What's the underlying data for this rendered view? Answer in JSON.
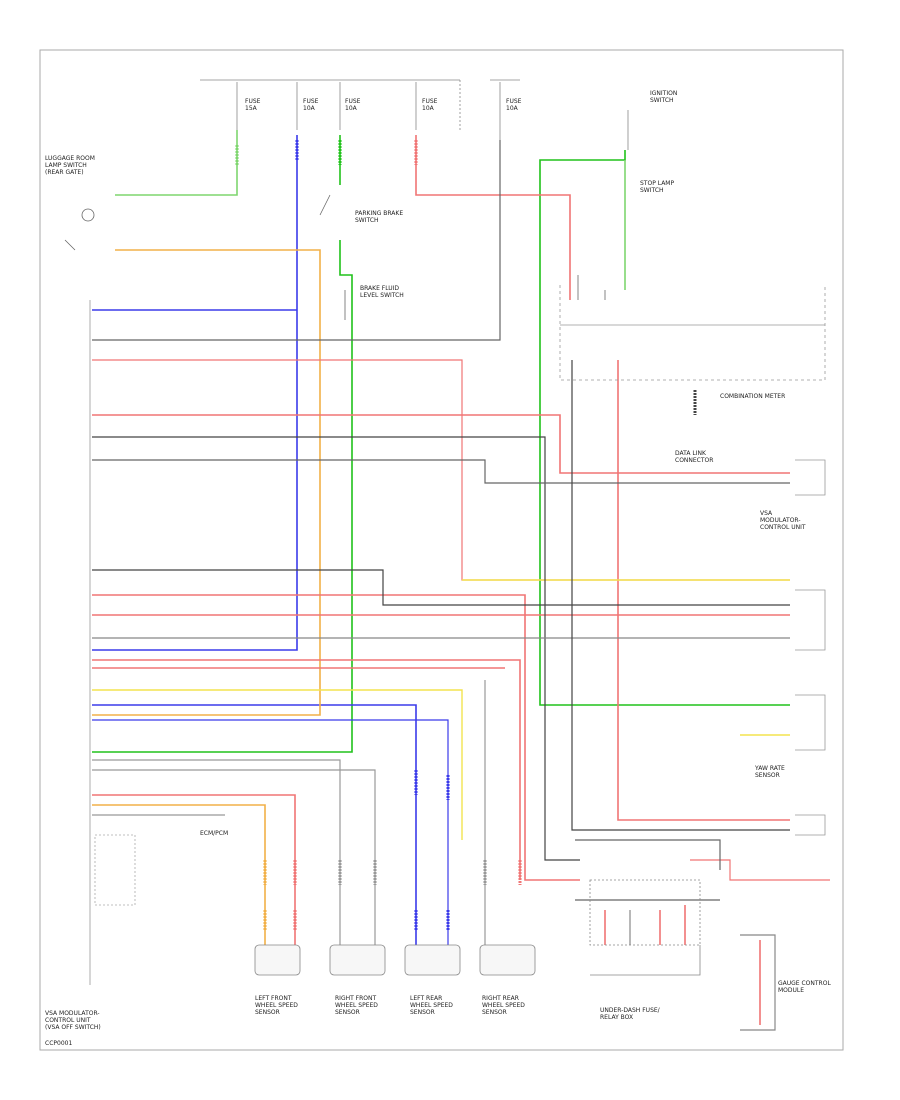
{
  "diagram": {
    "code": "CCP0001",
    "labels": {
      "left_top": [
        "LUGGAGE ROOM",
        "LAMP SWITCH",
        "(REAR GATE)"
      ],
      "fuse_a": [
        "FUSE",
        "15A"
      ],
      "fuse_b": [
        "FUSE",
        "10A"
      ],
      "fuse_c": [
        "FUSE",
        "10A"
      ],
      "fuse_d": [
        "FUSE",
        "10A"
      ],
      "fuse_e": [
        "FUSE",
        "10A"
      ],
      "ign": [
        "IGNITION",
        "SWITCH"
      ],
      "combo_meter": "COMBINATION METER",
      "data_link": [
        "DATA LINK",
        "CONNECTOR"
      ],
      "vsa": [
        "VSA",
        "MODULATOR-",
        "CONTROL UNIT"
      ],
      "yaw": [
        "YAW RATE",
        "SENSOR"
      ],
      "stop": [
        "STOP LAMP",
        "SWITCH"
      ],
      "parking": [
        "PARKING BRAKE",
        "SWITCH"
      ],
      "brake_fluid": [
        "BRAKE FLUID",
        "LEVEL SWITCH"
      ],
      "left_front": [
        "LEFT FRONT",
        "WHEEL SPEED",
        "SENSOR"
      ],
      "right_front": [
        "RIGHT FRONT",
        "WHEEL SPEED",
        "SENSOR"
      ],
      "left_rear": [
        "LEFT REAR",
        "WHEEL SPEED",
        "SENSOR"
      ],
      "right_rear": [
        "RIGHT REAR",
        "WHEEL SPEED",
        "SENSOR"
      ],
      "ecm": [
        "ECM/PCM"
      ],
      "bottom_left": [
        "VSA MODULATOR-",
        "CONTROL UNIT",
        "(VSA OFF SWITCH)"
      ],
      "bottom_center": [
        "UNDER-DASH FUSE/",
        "RELAY BOX"
      ],
      "bottom_right": [
        "GAUGE CONTROL",
        "MODULE"
      ]
    },
    "wire_colors": {
      "green": "#21c21b",
      "red": "#f07575",
      "blue": "#3b3bea",
      "orange": "#f2b048",
      "yellow": "#f3e34f",
      "gray": "#8a8a8a",
      "black": "#444444",
      "light_green": "#7fd66f"
    }
  }
}
